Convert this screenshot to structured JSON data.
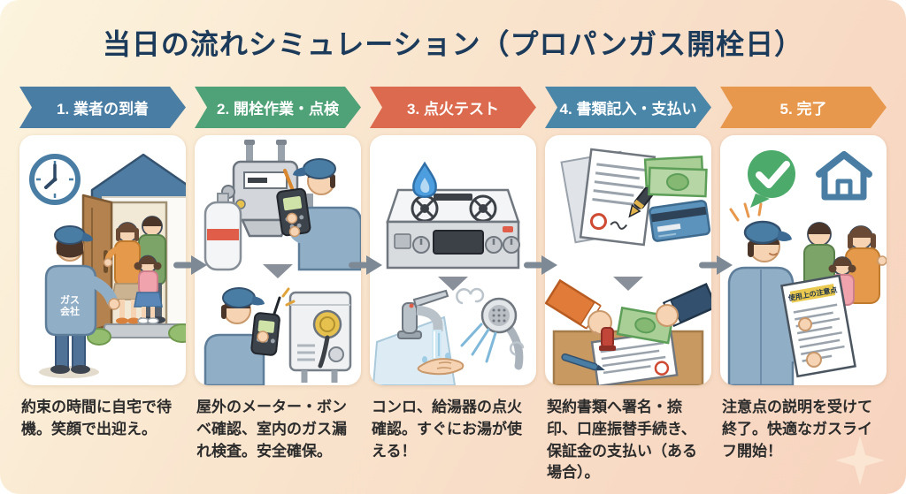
{
  "title": "当日の流れシミュレーション（プロパンガス開栓日）",
  "colors": {
    "title_color": "#1c3a5a",
    "text_color": "#2b2b2b",
    "arrow_color": "#7e8996",
    "bg_start": "#fcf4de",
    "bg_mid": "#f9e4cd",
    "bg_end": "#f7d3be",
    "card_bg": "#ffffff",
    "banner_text": "#ffffff"
  },
  "steps": [
    {
      "label": "1. 業者の到着",
      "color": "#4a7da3",
      "description": "約束の時間に自宅で待機。笑顔で出迎え。"
    },
    {
      "label": "2. 開栓作業・点検",
      "color": "#4fa277",
      "description": "屋外のメーター・ボンベ確認、室内のガス漏れ検査。安全確保。"
    },
    {
      "label": "3. 点火テスト",
      "color": "#dc6a4e",
      "description": "コンロ、給湯器の点火確認。すぐにお湯が使える！"
    },
    {
      "label": "4. 書類記入・支払い",
      "color": "#4a86a8",
      "description": "契約書類へ署名・捺印、口座振替手続き、保証金の支払い（ある場合）。"
    },
    {
      "label": "5. 完了",
      "color": "#e8984c",
      "description": "注意点の説明を受けて終了。快適なガスライフ開始！"
    }
  ],
  "illustration_text": {
    "jacket_line1": "ガス",
    "jacket_line2": "会社",
    "notice_title": "使用上の注意点"
  }
}
